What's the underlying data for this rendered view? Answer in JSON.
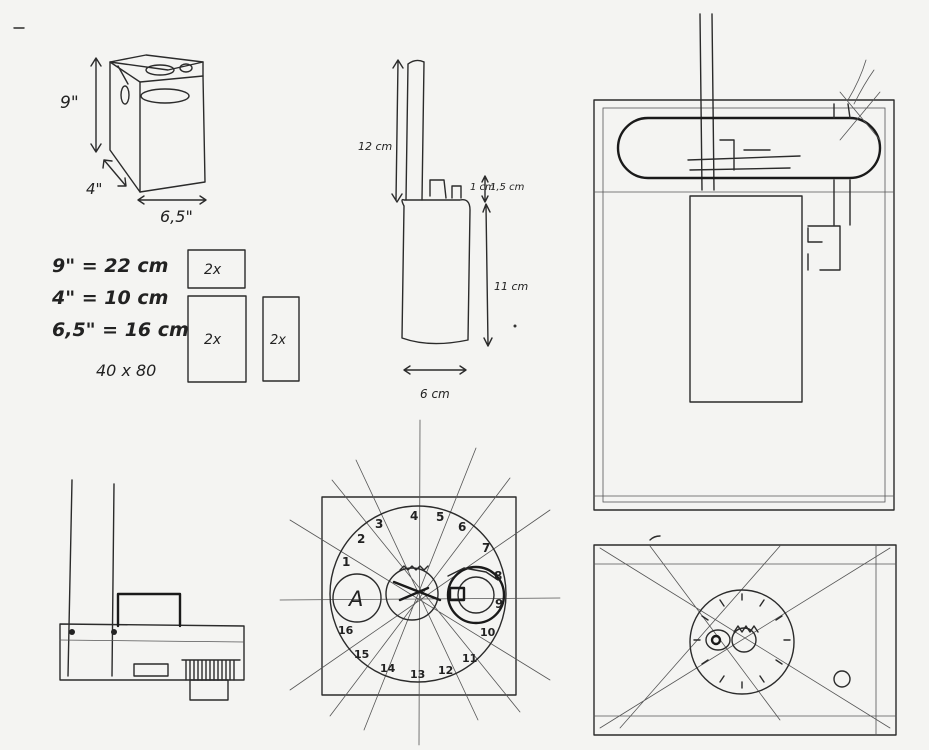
{
  "box_sketch": {
    "height_label": "9\"",
    "depth_label": "4\"",
    "width_label": "6,5\""
  },
  "conversions": {
    "line1": "9\" = 22 cm",
    "line2": "4\" = 10 cm",
    "line3": "6,5\" = 16 cm",
    "sheet_size": "40 x 80"
  },
  "panels": {
    "top_panel": "2x",
    "big_panel": "2x",
    "side_panel": "2x"
  },
  "device_sketch": {
    "antenna_label": "12 cm",
    "knob_label": "1,5 cm",
    "knob_side_label": "1 cm",
    "body_label": "11 cm",
    "width_label": "6 cm"
  },
  "dial": {
    "numbers": [
      "1",
      "2",
      "3",
      "4",
      "5",
      "6",
      "7",
      "8",
      "9",
      "10",
      "11",
      "12",
      "13",
      "14",
      "15",
      "16"
    ],
    "circle_label": "A"
  }
}
